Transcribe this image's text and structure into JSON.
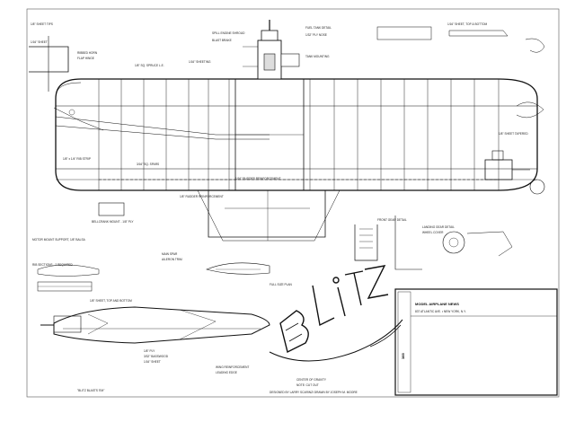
{
  "title_block": {
    "magazine": "MODEL AIRPLANE NEWS",
    "address": "837 ATLANTIC AVE. • NEW YORK, N.Y.",
    "plan_number": "385"
  },
  "logo_text": "BLITZ",
  "bottom_caption": "\"BLITZ BLASTS 'EM\"",
  "credits": "DESIGNED BY LARRY SCARINZI    DRAWN BY JOSEPH M. MOORE",
  "notes": [
    {
      "id": "tail-note-1",
      "text": "1/8\" SHEET TIPS"
    },
    {
      "id": "tail-note-2",
      "text": "1/16\" SHEET"
    },
    {
      "id": "tail-note-3",
      "text": "RIBBED HORN"
    },
    {
      "id": "tail-note-4",
      "text": "FLAP HINGE"
    },
    {
      "id": "wing-note-1",
      "text": "1/8\" SQ. SPRUCE L.E."
    },
    {
      "id": "wing-note-2",
      "text": "1/16\" SHEETING"
    },
    {
      "id": "wing-note-3",
      "text": "1/8\" x 1/4\" RIB STRIP"
    },
    {
      "id": "wing-note-4",
      "text": "1/16\" RUDDER REINFORCEMENT"
    },
    {
      "id": "wing-note-5",
      "text": "1/8\" RUDDER REINFORCEMENT"
    },
    {
      "id": "wing-note-6",
      "text": "3/16\" SQ. SPARS"
    },
    {
      "id": "engine-note-1",
      "text": "SPILL ENGINE SHROUD"
    },
    {
      "id": "engine-note-2",
      "text": "BLAST BRAKE"
    },
    {
      "id": "engine-note-3",
      "text": "FUEL TANK DETAIL"
    },
    {
      "id": "engine-note-4",
      "text": "1/32\" PLY NOSE"
    },
    {
      "id": "tank-note-1",
      "text": "TANK MOUNTING"
    },
    {
      "id": "right-note-1",
      "text": "1/16\" SHEET, TOP & BOTTOM"
    },
    {
      "id": "right-note-2",
      "text": "1/8\" SHEET TAPERED"
    },
    {
      "id": "right-note-3",
      "text": "FRONT GEAR DETAIL"
    },
    {
      "id": "bell-note",
      "text": "BELLCRANK MOUNT - 1/8\" PLY"
    },
    {
      "id": "motor-note",
      "text": "MOTOR MOUNT SUPPORT, 1/8\" BALSA"
    },
    {
      "id": "rib-note",
      "text": "RIB SECTIONS - 2 REQUIRED"
    },
    {
      "id": "fuse-note-1",
      "text": "1/8\" SHEET, TOP AND BOTTOM"
    },
    {
      "id": "fuse-note-2",
      "text": "1/8\" PLY"
    },
    {
      "id": "fuse-note-3",
      "text": "3/32\" BASSWOOD"
    },
    {
      "id": "fuse-note-4",
      "text": "1/16\" SHEET"
    },
    {
      "id": "fuse-note-5",
      "text": "WING REINFORCEMENT"
    },
    {
      "id": "fuse-note-6",
      "text": "LEADING EDGE"
    },
    {
      "id": "mid-note-1",
      "text": "MAIN SPAR"
    },
    {
      "id": "mid-note-2",
      "text": "AILERON TRIM"
    },
    {
      "id": "mid-note-3",
      "text": "FULL SIZE PLAN"
    },
    {
      "id": "right-note-4",
      "text": "LANDING GEAR DETAIL"
    },
    {
      "id": "right-note-5",
      "text": "WHEEL COVER"
    },
    {
      "id": "bottom-note-1",
      "text": "CENTER OF GRAVITY"
    },
    {
      "id": "bottom-note-2",
      "text": "NOTE: CUT OUT"
    }
  ]
}
